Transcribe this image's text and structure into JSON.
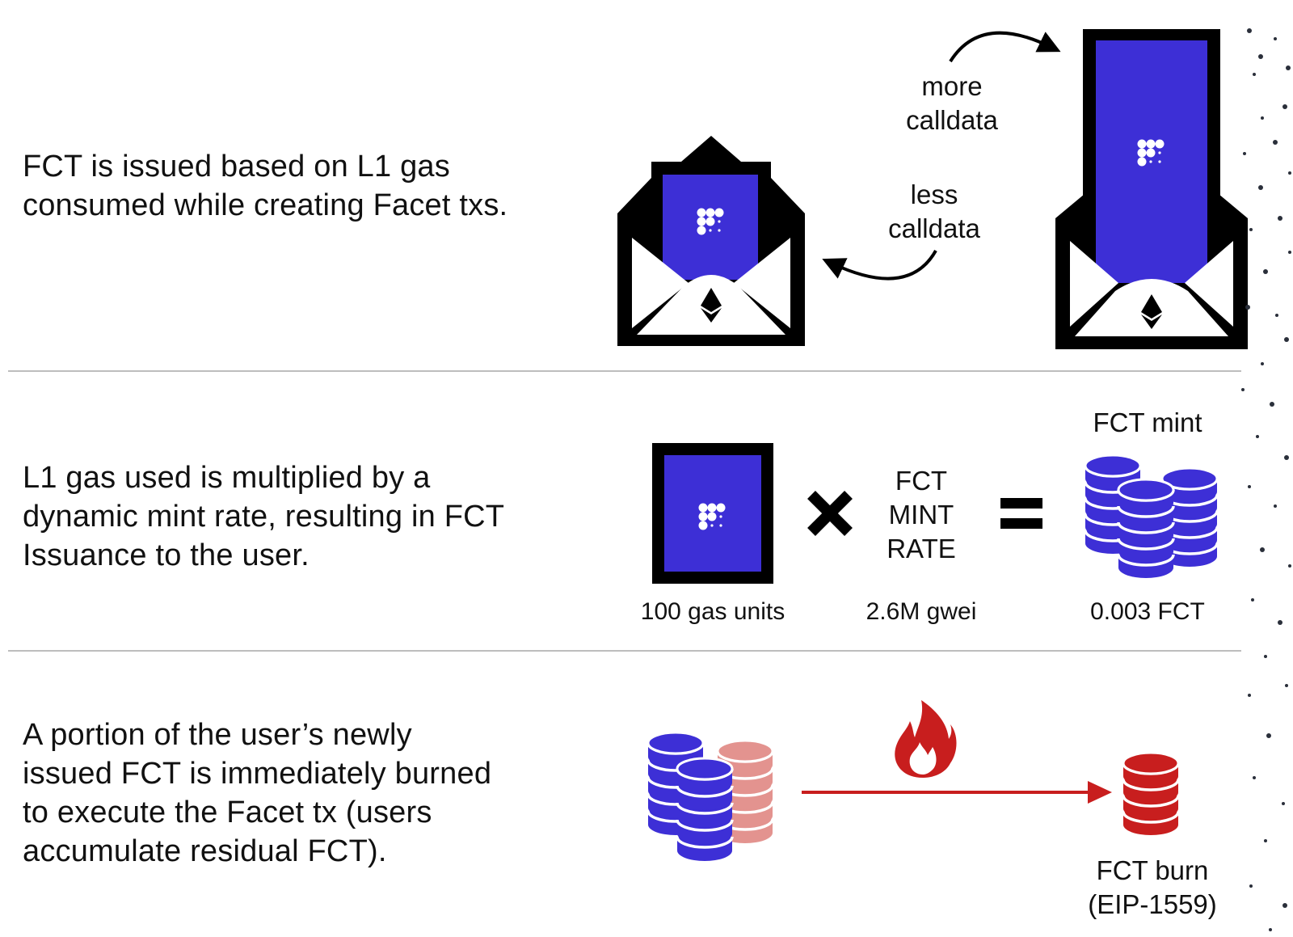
{
  "rows": [
    {
      "lines": [
        "FCT is issued based on L1 gas",
        "consumed while creating Facet txs."
      ]
    },
    {
      "lines": [
        "L1 gas used is multiplied by a",
        "dynamic mint rate, resulting in FCT",
        "Issuance to the user."
      ]
    },
    {
      "lines": [
        "A portion of the user’s newly",
        "issued FCT is immediately burned",
        "to execute the Facet tx (users",
        "accumulate residual FCT)."
      ]
    }
  ],
  "row1": {
    "more_calldata": [
      "more",
      "calldata"
    ],
    "less_calldata": [
      "less",
      "calldata"
    ]
  },
  "row2": {
    "gas_units": "100 gas units",
    "rate_lines": [
      "FCT",
      "MINT",
      "RATE"
    ],
    "rate_value": "2.6M gwei",
    "mint_title": "FCT mint",
    "mint_value": "0.003 FCT"
  },
  "row3": {
    "burn_lines": [
      "FCT burn",
      "(EIP-1559)"
    ]
  },
  "colors": {
    "accent_purple": "#3d2fd6",
    "coin_pink": "#e3938f",
    "burn_red": "#c81e1e",
    "divider": "#bdbdbd"
  },
  "icons": [
    "facet-logo-icon",
    "ethereum-icon",
    "envelope-icon",
    "coin-stack-icon",
    "flame-icon",
    "arrow-icon",
    "multiply-icon",
    "equals-icon"
  ]
}
